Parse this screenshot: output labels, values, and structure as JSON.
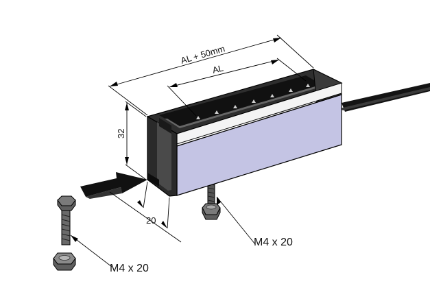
{
  "dimensions": {
    "overall_length": "AL + 50mm",
    "active_length": "AL",
    "height": "32",
    "width": "20"
  },
  "callouts": {
    "screw_right": "M4 x 20",
    "screw_left": "M4 x 20"
  },
  "colors": {
    "body": "#2a2a2a",
    "window": "#c4c4e4",
    "cable": "#141414",
    "line": "#000000"
  }
}
